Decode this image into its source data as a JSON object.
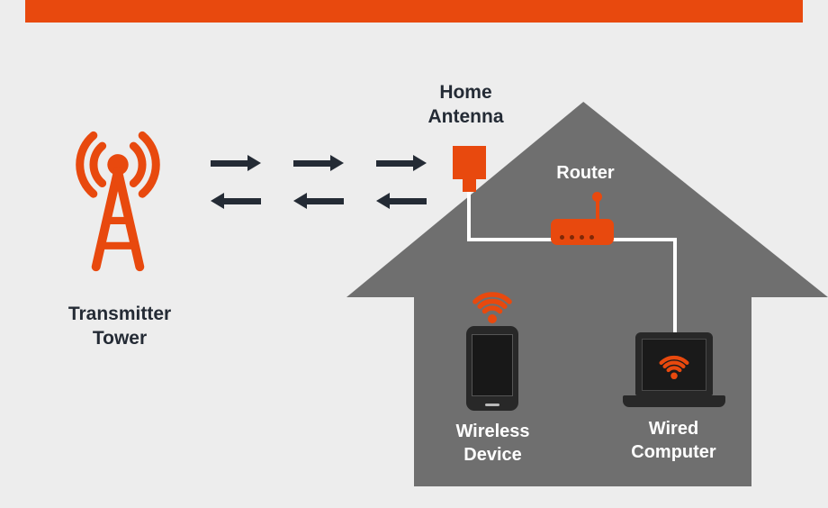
{
  "colors": {
    "background": "#ededed",
    "accent_orange": "#e8490e",
    "dark": "#242b35",
    "house_gray": "#6f6f6f",
    "white": "#ffffff"
  },
  "diagram": {
    "transmitter": {
      "icon": "transmitter-tower-icon",
      "label": "Transmitter\nTower"
    },
    "signal": {
      "arrows_toward_house": 3,
      "arrows_toward_tower": 3
    },
    "home_antenna": {
      "icon": "home-antenna-icon",
      "label": "Home\nAntenna"
    },
    "router": {
      "icon": "router-icon",
      "label": "Router"
    },
    "wireless_device": {
      "icon": "smartphone-icon",
      "wifi_icon": "wifi-signal-icon",
      "label": "Wireless\nDevice"
    },
    "wired_computer": {
      "icon": "laptop-icon",
      "wifi_icon": "wifi-signal-icon",
      "label": "Wired\nComputer"
    }
  }
}
